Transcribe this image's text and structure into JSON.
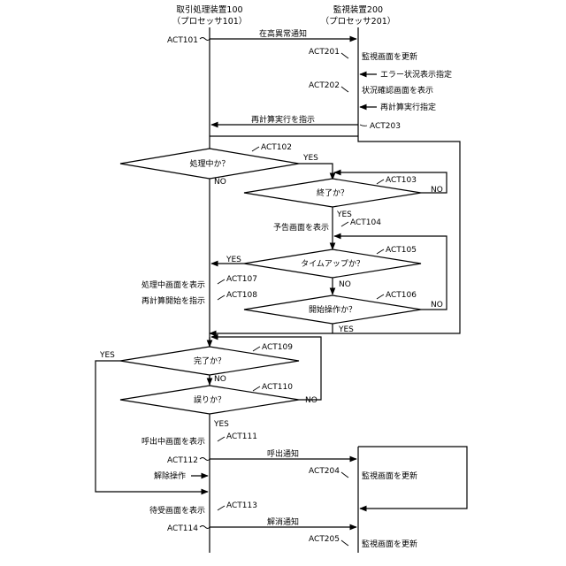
{
  "lifelines": {
    "left_title": "取引処理装置100",
    "left_sub": "（プロセッサ101）",
    "right_title": "監視装置200",
    "right_sub": "（プロセッサ201）"
  },
  "acts": {
    "act101": "ACT101",
    "act201": "ACT201",
    "act202": "ACT202",
    "act203": "ACT203",
    "act102": "ACT102",
    "act103": "ACT103",
    "act104": "ACT104",
    "act105": "ACT105",
    "act106": "ACT106",
    "act107": "ACT107",
    "act108": "ACT108",
    "act109": "ACT109",
    "act110": "ACT110",
    "act111": "ACT111",
    "act112": "ACT112",
    "act204": "ACT204",
    "act113": "ACT113",
    "act114": "ACT114",
    "act205": "ACT205"
  },
  "messages": {
    "anomaly_notice": "在高異常通知",
    "update_monitor_1": "監視画面を更新",
    "error_status_display": "エラー状況表示指定",
    "show_status_check": "状況確認画面を表示",
    "recalc_designation": "再計算実行指定",
    "recalc_instruct": "再計算実行を指示",
    "notice_screen": "予告画面を表示",
    "processing_screen": "処理中画面を表示",
    "instruct_recalc_start": "再計算開始を指示",
    "call_screen": "呼出中画面を表示",
    "call_notice": "呼出通知",
    "update_monitor_2": "監視画面を更新",
    "release_operation": "解除操作",
    "standby_screen": "待受画面を表示",
    "release_notice": "解消通知",
    "update_monitor_3": "監視画面を更新"
  },
  "decisions": {
    "processing": "処理中か？",
    "finished": "終了か？",
    "timeup": "タイムアップか？",
    "start_op": "開始操作か？",
    "complete": "完了か？",
    "error": "誤りか？"
  },
  "branch_labels": {
    "yes_102": "YES",
    "no_102": "NO",
    "no_103": "NO",
    "yes_103": "YES",
    "yes_105": "YES",
    "no_105": "NO",
    "no_106": "NO",
    "yes_106": "YES",
    "yes_109": "YES",
    "no_109": "NO",
    "no_110": "NO",
    "yes_110": "YES"
  }
}
